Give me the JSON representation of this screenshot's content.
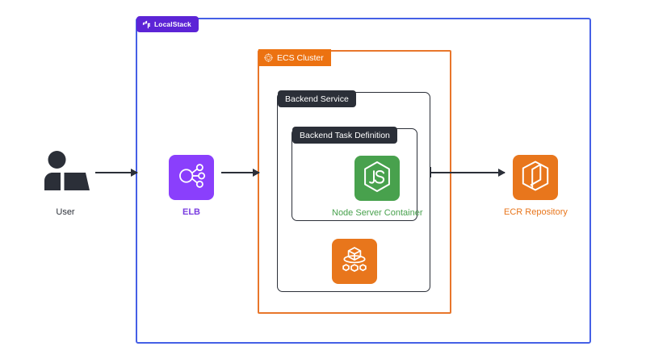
{
  "diagram": {
    "title": "LocalStack ECS architecture diagram",
    "colors": {
      "localstack_purple": "#5c24d6",
      "localstack_border": "#4560e6",
      "ecs_orange": "#ec7211",
      "dark": "#2b2f38",
      "node_green": "#48a14d",
      "elb_purple": "#8a3ffc",
      "ecr_orange": "#e8761c"
    }
  },
  "boundaries": {
    "localstack": {
      "label": "LocalStack",
      "icon": "localstack-logo-icon"
    },
    "ecs_cluster": {
      "label": "ECS Cluster",
      "icon": "ecs-cluster-icon"
    },
    "backend_service": {
      "label": "Backend Service"
    },
    "backend_task_definition": {
      "label": "Backend Task Definition"
    }
  },
  "nodes": {
    "user": {
      "label": "User",
      "icon": "user-at-laptop-icon"
    },
    "elb": {
      "label": "ELB",
      "icon": "elastic-load-balancer-icon"
    },
    "node_server_container": {
      "label": "Node Server Container",
      "icon": "nodejs-logo-icon"
    },
    "ecs_task_icon": {
      "label": "",
      "icon": "ecs-service-icon"
    },
    "ecr_repository": {
      "label": "ECR Repository",
      "icon": "ecr-repository-icon"
    }
  },
  "arrows": [
    {
      "name": "user-to-elb",
      "from": "User",
      "to": "ELB"
    },
    {
      "name": "elb-to-ecs-cluster",
      "from": "ELB",
      "to": "ECS Cluster"
    },
    {
      "name": "backend-service-to-ecr",
      "from": "Backend Service",
      "to": "ECR Repository"
    }
  ]
}
